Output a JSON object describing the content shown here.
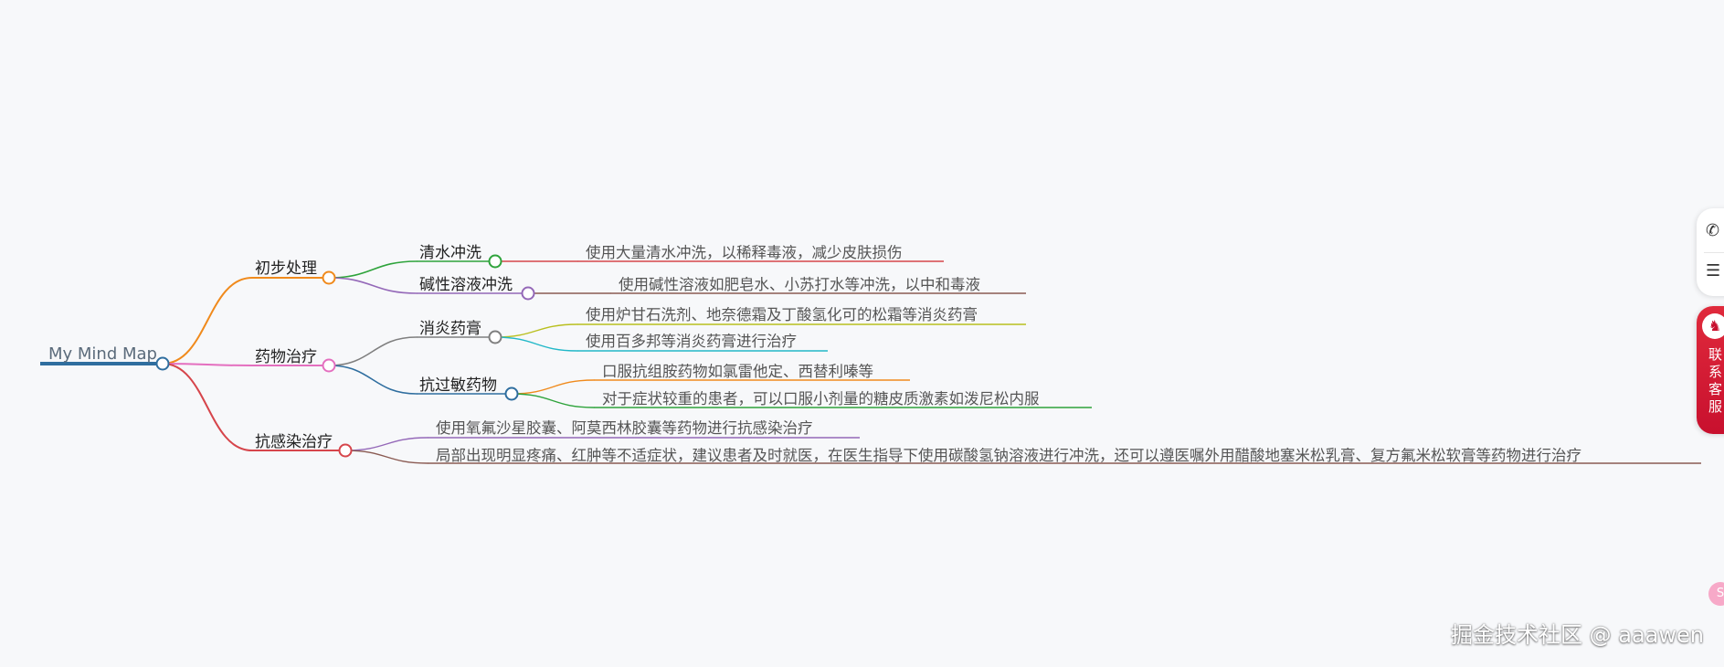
{
  "mindmap": {
    "root": {
      "label": "My Mind Map",
      "color": "#2f6e9f"
    },
    "branches": [
      {
        "label": "初步处理",
        "color": "#f08a1c",
        "children": [
          {
            "label": "清水冲洗",
            "color": "#2ea33b",
            "leaves": [
              {
                "label": "使用大量清水冲洗，以稀释毒液，减少皮肤损伤",
                "color": "#d6454b"
              }
            ]
          },
          {
            "label": "碱性溶液冲洗",
            "color": "#9468b8",
            "leaves": [
              {
                "label": "使用碱性溶液如肥皂水、小苏打水等冲洗，以中和毒液",
                "color": "#8a5a52"
              }
            ]
          }
        ]
      },
      {
        "label": "药物治疗",
        "color": "#e46fbf",
        "children": [
          {
            "label": "消炎药膏",
            "color": "#7f7f7f",
            "leaves": [
              {
                "label": "使用炉甘石洗剂、地奈德霜及丁酸氢化可的松霜等消炎药膏",
                "color": "#b9bf1e"
              },
              {
                "label": "使用百多邦等消炎药膏进行治疗",
                "color": "#22b8c8"
              }
            ]
          },
          {
            "label": "抗过敏药物",
            "color": "#2f6e9f",
            "leaves": [
              {
                "label": "口服抗组胺药物如氯雷他定、西替利嗪等",
                "color": "#f08a1c"
              },
              {
                "label": "对于症状较重的患者，可以口服小剂量的糖皮质激素如泼尼松内服",
                "color": "#2ea33b"
              }
            ]
          }
        ]
      },
      {
        "label": "抗感染治疗",
        "color": "#d6454b",
        "leaves": [
          {
            "label": "使用氧氟沙星胶囊、阿莫西林胶囊等药物进行抗感染治疗",
            "color": "#9468b8"
          },
          {
            "label": "局部出现明显疼痛、红肿等不适症状，建议患者及时就医，在医生指导下使用碳酸氢钠溶液进行冲洗，还可以遵医嘱外用醋酸地塞米松乳膏、复方氟米松软膏等药物进行治疗",
            "color": "#8a5a52"
          }
        ]
      }
    ]
  },
  "sidebar": {
    "phone_icon": "phone-icon",
    "phone_glyph": "✆",
    "chat_icon": "chat-icon",
    "chat_glyph": "☰",
    "contact_label": "联系客服",
    "contact_logo_glyph": "♞",
    "badge_glyph": "S"
  },
  "watermark": "掘金技术社区 @ aaawen"
}
